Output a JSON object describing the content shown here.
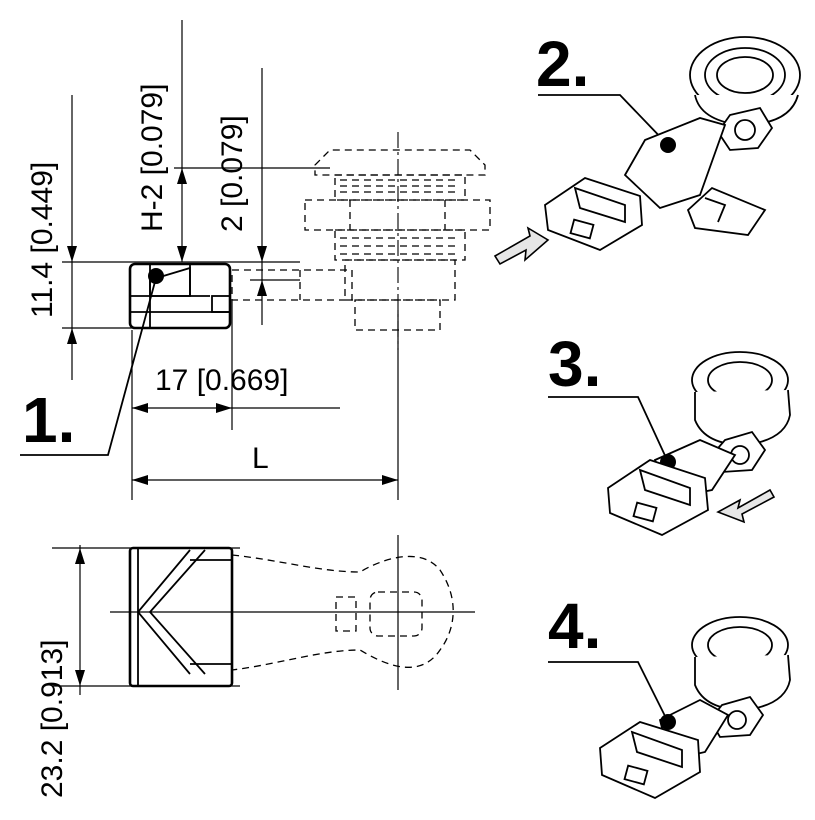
{
  "dimensions": {
    "height_total": "11.4 [0.449]",
    "h_minus_2": "H-2 [0.079]",
    "offset_2": "2 [0.079]",
    "width_17": "17 [0.669]",
    "length_L": "L",
    "width_23": "23.2 [0.913]"
  },
  "steps": {
    "step1": "1.",
    "step2": "2.",
    "step3": "3.",
    "step4": "4."
  }
}
